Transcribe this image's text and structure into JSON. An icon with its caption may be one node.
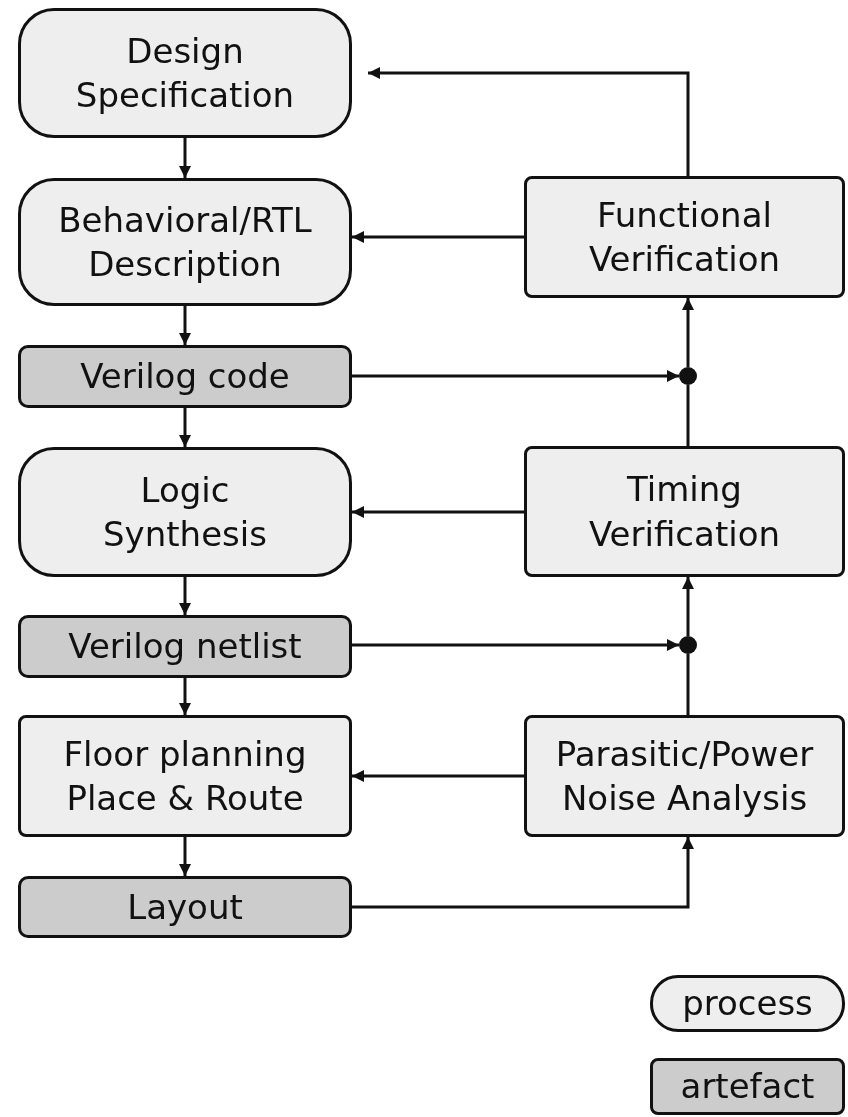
{
  "diagram": {
    "nodes": [
      {
        "text": [
          "Design Specification"
        ]
      },
      {
        "text": [
          "Behavioral/RTL Description"
        ]
      },
      {
        "text": [
          "Verilog code"
        ]
      },
      {
        "text": [
          "Logic Synthesis"
        ]
      },
      {
        "text": [
          "Verilog netlist"
        ]
      },
      {
        "text": [
          "Floor planning Place & Route"
        ]
      },
      {
        "text": [
          "Layout"
        ]
      },
      {
        "text": [
          "Functional Verification"
        ]
      },
      {
        "text": [],
        "shape": "circle"
      },
      {
        "text": [
          "Timing Verification"
        ]
      },
      {
        "text": [],
        "shape": "circle"
      },
      {
        "text": [
          "Parasitic/Power Noise Analysis"
        ]
      }
    ],
    "edges": [
      {
        "from": 0,
        "to": 1,
        "arrow": "to"
      },
      {
        "from": 1,
        "to": 2,
        "arrow": "to"
      },
      {
        "from": 2,
        "to": 3,
        "arrow": "to"
      },
      {
        "from": 3,
        "to": 4,
        "arrow": "to"
      },
      {
        "from": 4,
        "to": 5,
        "arrow": "to"
      },
      {
        "from": 5,
        "to": 6,
        "arrow": "to"
      },
      {
        "from": 7,
        "to": 0,
        "arrow": "to"
      },
      {
        "from": 7,
        "to": 1,
        "arrow": "to"
      },
      {
        "from": 2,
        "to": 8,
        "arrow": "to"
      },
      {
        "from": 8,
        "to": 7,
        "arrow": "to"
      },
      {
        "from": 9,
        "to": 8,
        "arrow": "none"
      },
      {
        "from": 9,
        "to": 3,
        "arrow": "to"
      },
      {
        "from": 4,
        "to": 10,
        "arrow": "to"
      },
      {
        "from": 10,
        "to": 9,
        "arrow": "to"
      },
      {
        "from": 11,
        "to": 10,
        "arrow": "none"
      },
      {
        "from": 11,
        "to": 5,
        "arrow": "to"
      },
      {
        "from": 6,
        "to": 11,
        "arrow": "to"
      }
    ],
    "legend": [
      {
        "text": "process",
        "color": "#eeeeee"
      },
      {
        "text": "artefact",
        "color": "#cccccc"
      }
    ]
  }
}
